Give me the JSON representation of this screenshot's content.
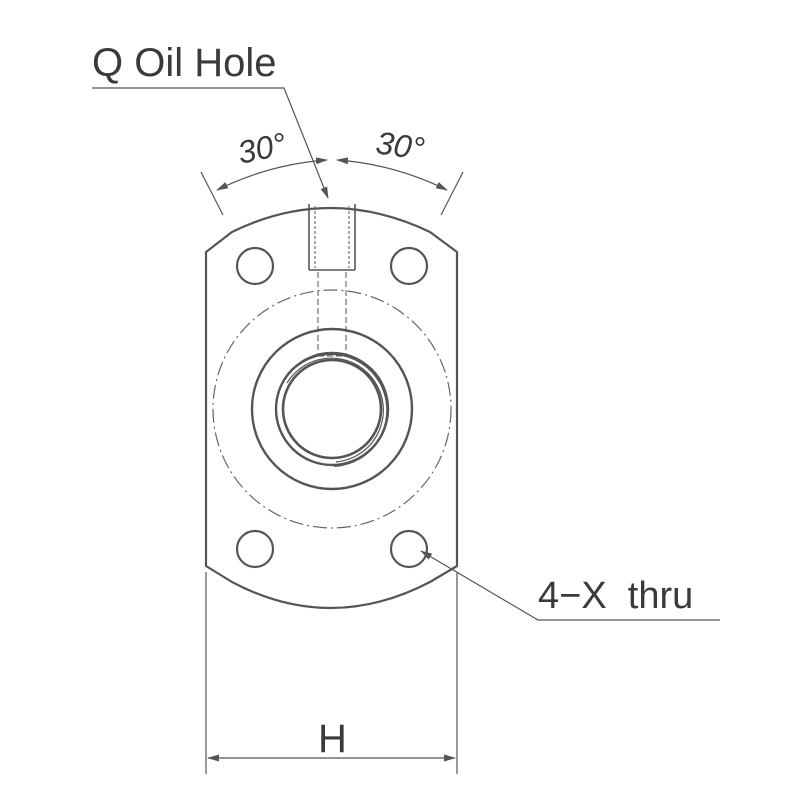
{
  "labels": {
    "oil_hole": "Q Oil Hole",
    "angle_left": "30°",
    "angle_right": "30°",
    "holes": "4−X  thru",
    "width": "H"
  },
  "colors": {
    "line": "#555555",
    "text": "#3a3a3a",
    "background": "#ffffff"
  }
}
